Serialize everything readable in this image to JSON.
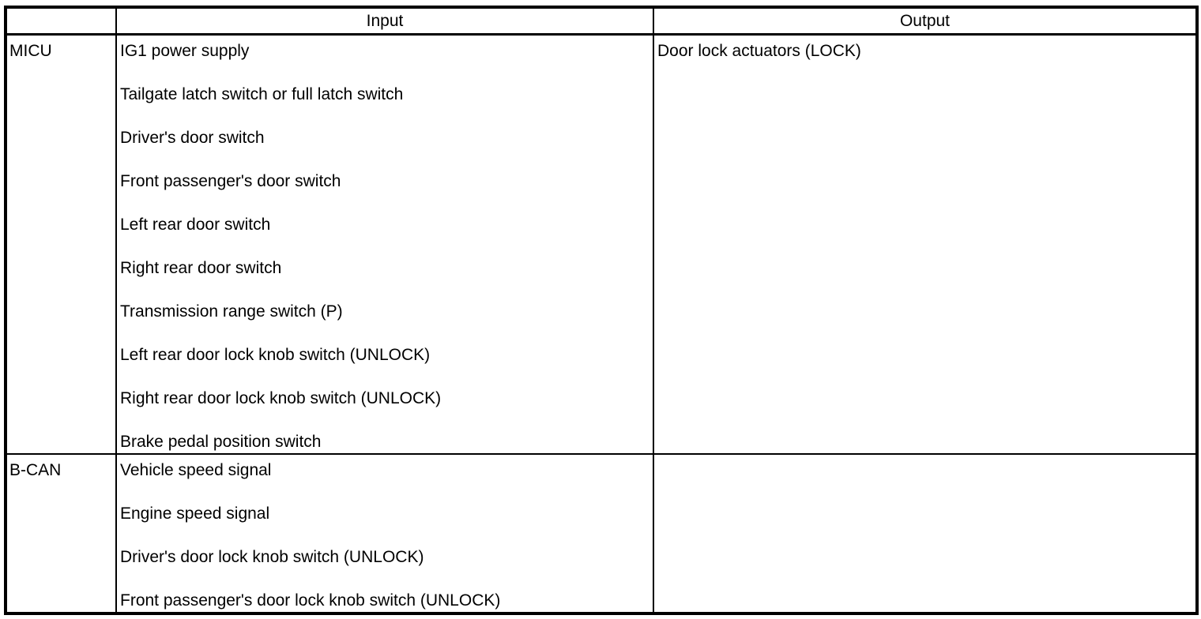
{
  "table": {
    "corner_label": "",
    "columns": [
      "Input",
      "Output"
    ],
    "rows": [
      {
        "label": "MICU",
        "inputs": [
          "IG1 power supply",
          "Tailgate latch switch or full latch switch",
          "Driver's door switch",
          "Front passenger's door switch",
          "Left rear door switch",
          "Right rear door switch",
          "Transmission range switch (P)",
          "Left rear door lock knob switch (UNLOCK)",
          "Right rear door lock knob switch (UNLOCK)",
          "Brake pedal position switch"
        ],
        "outputs": [
          "Door lock actuators (LOCK)"
        ]
      },
      {
        "label": "B-CAN",
        "inputs": [
          "Vehicle speed signal",
          "Engine speed signal",
          "Driver's door lock knob switch (UNLOCK)",
          "Front passenger's door lock knob switch (UNLOCK)"
        ],
        "outputs": []
      }
    ]
  }
}
